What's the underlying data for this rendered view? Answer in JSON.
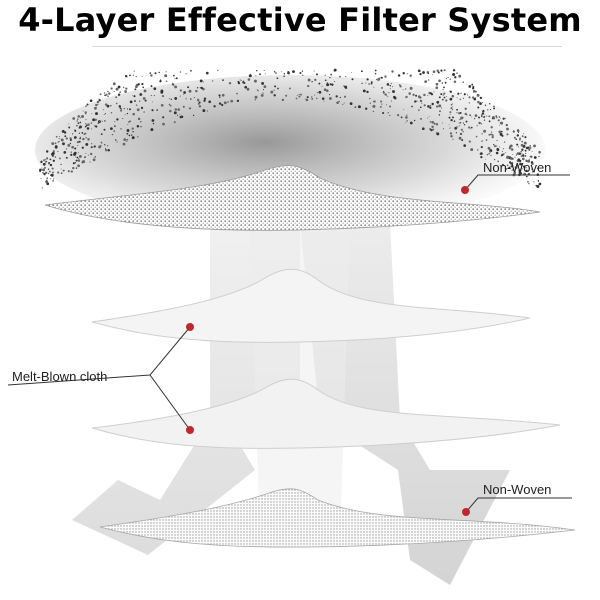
{
  "title": "4-Layer Effective Filter System",
  "labels": {
    "top_layer": "Non-Woven",
    "middle_layers": "Melt-Blown cloth",
    "bottom_layer": "Non-Woven"
  },
  "colors": {
    "marker": "#c0272d",
    "text": "#222222",
    "arrow": "#e3e3e3"
  }
}
